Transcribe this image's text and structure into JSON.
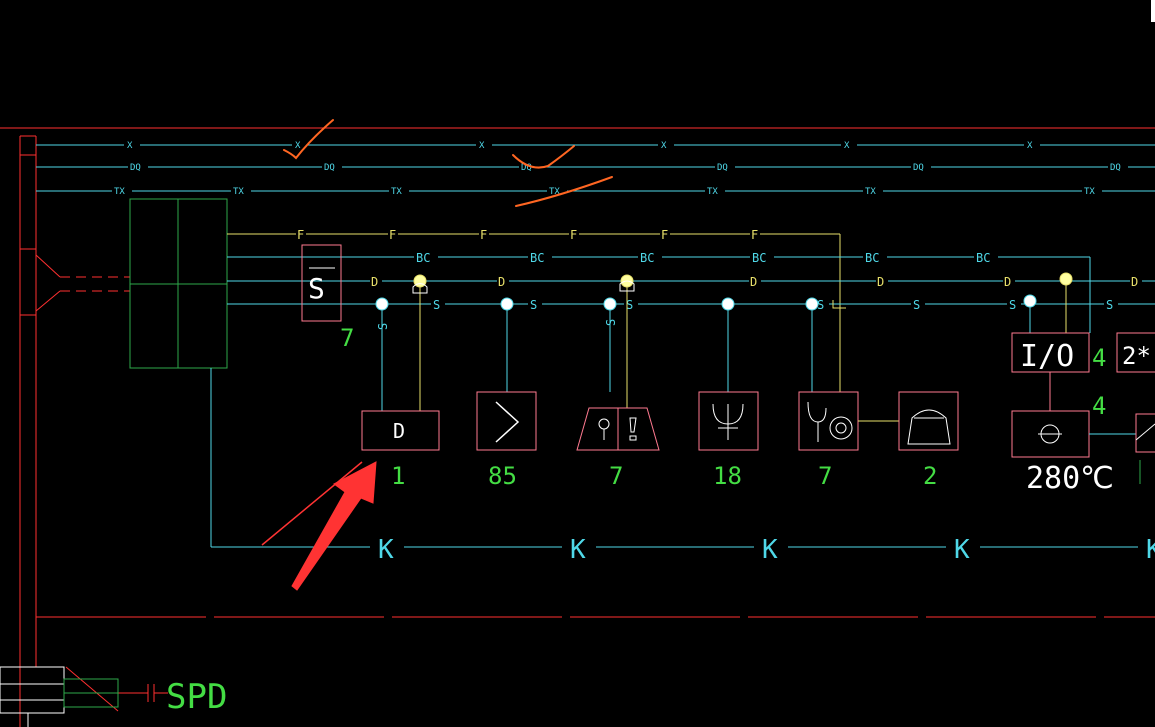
{
  "colors": {
    "background": "#000000",
    "frame_red": "#ff3030",
    "bus_cyan": "#4fd8e8",
    "wire_yellow": "#e8e06a",
    "box_green": "#2ea84a",
    "count_green": "#44dd44",
    "device_pink": "#ff7a90",
    "white": "#ffffff",
    "markup_orange": "#ff6622",
    "arrow_red": "#ff3333"
  },
  "bus": {
    "x": "X",
    "dq": "DQ",
    "tx": "TX",
    "f": "F",
    "bc": "BC",
    "d": "D",
    "s": "S"
  },
  "splitter": {
    "symbol": "S",
    "count": "7"
  },
  "devices": [
    {
      "id": "d",
      "symbol": "D",
      "count": "1",
      "s_label": "S"
    },
    {
      "id": "zigzag",
      "count": "85"
    },
    {
      "id": "door",
      "count": "7",
      "s_label": "S"
    },
    {
      "id": "fork",
      "count": "18"
    },
    {
      "id": "bell-speaker",
      "count": "7"
    },
    {
      "id": "phone",
      "count": "2"
    }
  ],
  "io_module": {
    "label": "I/O",
    "count_top": "4",
    "count_mid": "4",
    "temp": "280℃",
    "extra": "2*"
  },
  "trunk": {
    "label": "K"
  },
  "spd": {
    "label": "SPD"
  }
}
